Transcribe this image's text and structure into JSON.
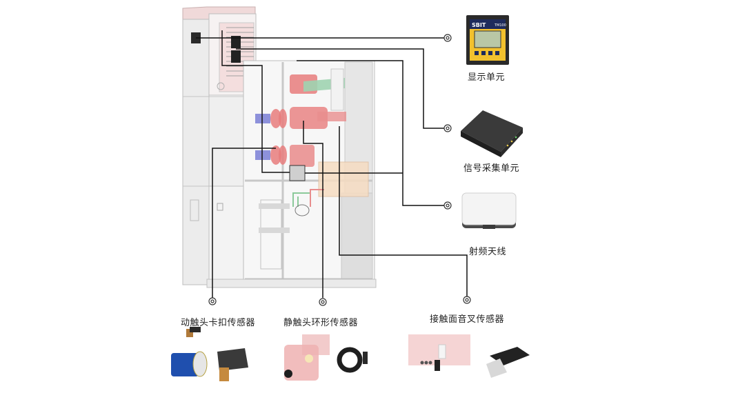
{
  "diagram": {
    "title": "Switchgear temperature monitoring system components",
    "components": {
      "display_unit": {
        "label": "显示单元",
        "brand": "SBIT",
        "model": "TM100"
      },
      "signal_unit": {
        "label": "信号采集单元"
      },
      "rf_antenna": {
        "label": "射频天线"
      },
      "moving_contact_sensor": {
        "label": "动触头卡扣传感器"
      },
      "static_contact_sensor": {
        "label": "静触头环形传感器"
      },
      "fork_sensor": {
        "label": "接触面音叉传感器"
      }
    },
    "colors": {
      "line": "#111111",
      "cabinet": "#e9e9e9",
      "cabinet_edge": "#b9b9b9",
      "busbar_red": "#e77c7c",
      "insulator_green": "#9fd3b0",
      "insulator_blue": "#7a7fd6",
      "device_dark": "#2a2a2a",
      "display_yellow": "#f2c12e",
      "display_screen": "#b9c7a6"
    }
  }
}
